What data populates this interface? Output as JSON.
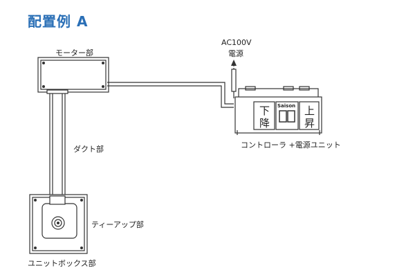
{
  "title": "配置例 A",
  "labels": {
    "motor": "モーター部",
    "duct": "ダクト部",
    "teeup": "ティーアップ部",
    "unitbox": "ユニットボックス部",
    "controller": "コントローラ +電源ユニット",
    "power_ac": "AC100V",
    "power_src": "電源"
  },
  "controller_panel": {
    "down_1": "下",
    "down_2": "降",
    "brand": "Saison",
    "display": "00",
    "up_1": "上",
    "up_2": "昇"
  }
}
